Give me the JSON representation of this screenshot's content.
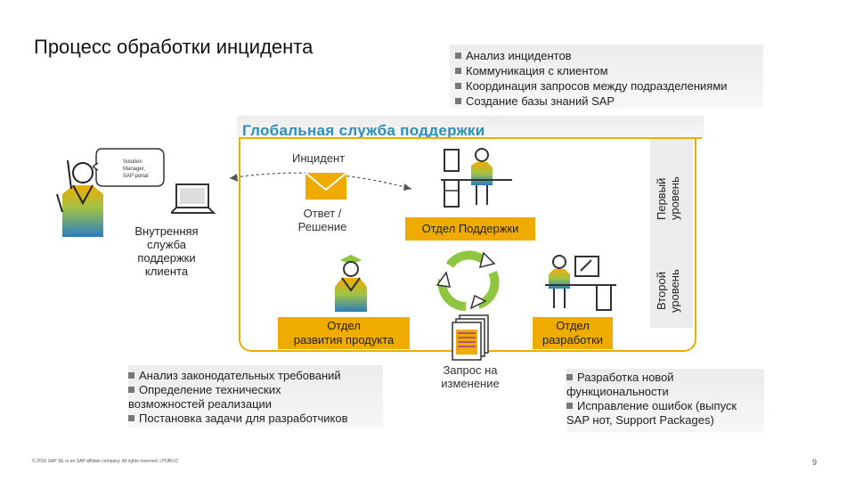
{
  "page": {
    "title": "Процесс обработки инцидента",
    "page_number": "9",
    "footer": "© 2016 SAP SE or an SAP affiliate company. All rights reserved.  |  PUBLIC"
  },
  "top_bullets": [
    "Анализ инцидентов",
    "Коммуникация с клиентом",
    "Координация запросов между подразделениями",
    "Создание базы знаний SAP"
  ],
  "global_support": {
    "title": "Глобальная служба поддержки"
  },
  "customer": {
    "speech": [
      "Solution",
      "Manager,",
      "SAP portal"
    ],
    "label": [
      "Внутренняя",
      "служба",
      "поддержки",
      "клиента"
    ]
  },
  "incident_label": "Инцидент",
  "answer_label": [
    "Ответ /",
    "Решение"
  ],
  "support_dept": "Отдел Поддержки",
  "product_dept": [
    "Отдел",
    "развития продукта"
  ],
  "dev_dept": [
    "Отдел",
    "разработки"
  ],
  "levels": {
    "first": [
      "Первый",
      "уровень"
    ],
    "second": [
      "Второй",
      "уровень"
    ]
  },
  "change_request": [
    "Запрос на",
    "изменение"
  ],
  "product_bullets": [
    "Анализ законодательных требований",
    "Определение технических",
    "возможностей реализации",
    "Постановка задачи для разработчиков"
  ],
  "dev_bullets": [
    "Разработка новой",
    "функциональности",
    "Исправление ошибок (выпуск",
    "SAP нот, Support Packages)"
  ],
  "colors": {
    "accent": "#f0ab00",
    "blue_title": "#2a8fbd",
    "green": "#8dc63f",
    "blue": "#2b7bbf"
  }
}
